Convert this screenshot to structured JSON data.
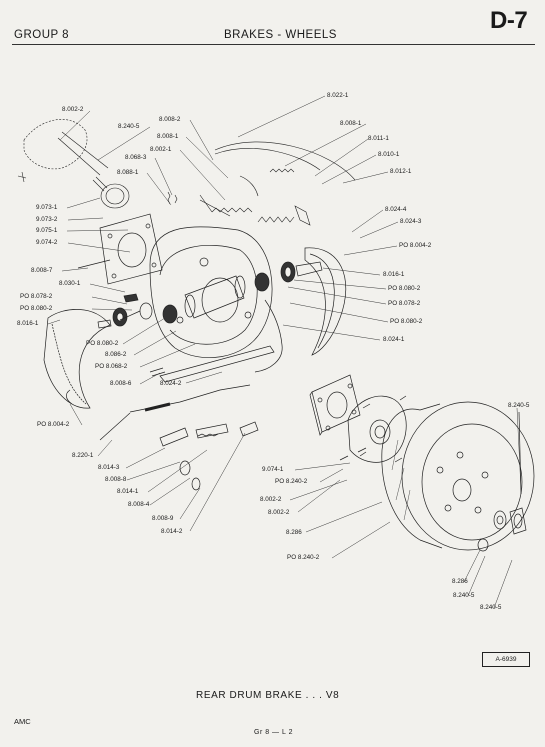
{
  "header": {
    "group": "GROUP 8",
    "title": "BRAKES - WHEELS",
    "page_code": "D-7"
  },
  "labels": [
    "8.002-2",
    "8.240-5",
    "8.022-1",
    "8.008-2",
    "8.008-1",
    "8.002-1",
    "8.068-3",
    "8.008-1",
    "8.011-1",
    "8.010-1",
    "8.012-1",
    "8.088-1",
    "9.073-1",
    "9.073-2",
    "9.075-1",
    "9.074-2",
    "8.024-4",
    "8.024-3",
    "PO 8.004-2",
    "8.008-7",
    "8.030-1",
    "PO 8.078-2",
    "PO 8.080-2",
    "8.016-1",
    "8.016-1",
    "PO 8.080-2",
    "PO 8.078-2",
    "PO 8.080-2",
    "8.024-1",
    "PO 8.080-2",
    "8.086-2",
    "PO 8.068-2",
    "8.008-6",
    "8.024-2",
    "PO 8.004-2",
    "8.240-5",
    "8.220-1",
    "8.014-3",
    "8.008-8",
    "8.014-1",
    "8.008-4",
    "8.008-9",
    "8.014-2",
    "9.074-1",
    "PO 8.240-2",
    "8.002-2",
    "8.002-2",
    "8.286",
    "PO 8.240-2",
    "8.286",
    "8.240-5",
    "8.240-5"
  ],
  "figure_id": "A-6939",
  "caption": "REAR DRUM BRAKE . . . V8",
  "footer": {
    "left": "AMC",
    "center": "Gr 8 — L 2"
  }
}
